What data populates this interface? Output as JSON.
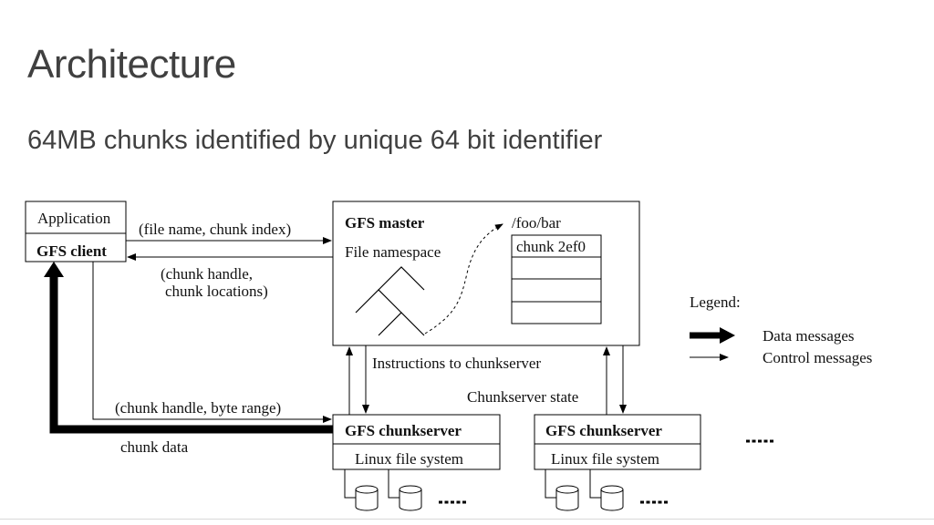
{
  "slide": {
    "title": "Architecture",
    "subtitle": "64MB chunks identified by unique 64 bit identifier"
  },
  "diagram": {
    "client": {
      "app_label": "Application",
      "client_label": "GFS client"
    },
    "master": {
      "title": "GFS master",
      "namespace_label": "File namespace",
      "path_label": "/foo/bar",
      "chunk_label": "chunk 2ef0"
    },
    "messages": {
      "request": "(file name, chunk index)",
      "reply_line1": "(chunk handle,",
      "reply_line2": "chunk locations)",
      "instructions": "Instructions to chunkserver",
      "state": "Chunkserver state",
      "byte_range": "(chunk handle, byte range)",
      "chunk_data": "chunk data"
    },
    "chunkservers": [
      {
        "title": "GFS chunkserver",
        "fs_label": "Linux file system"
      },
      {
        "title": "GFS chunkserver",
        "fs_label": "Linux file system"
      }
    ],
    "legend": {
      "title": "Legend:",
      "data_label": "Data messages",
      "control_label": "Control messages"
    }
  },
  "colors": {
    "text": "#404040",
    "line": "#000000"
  }
}
